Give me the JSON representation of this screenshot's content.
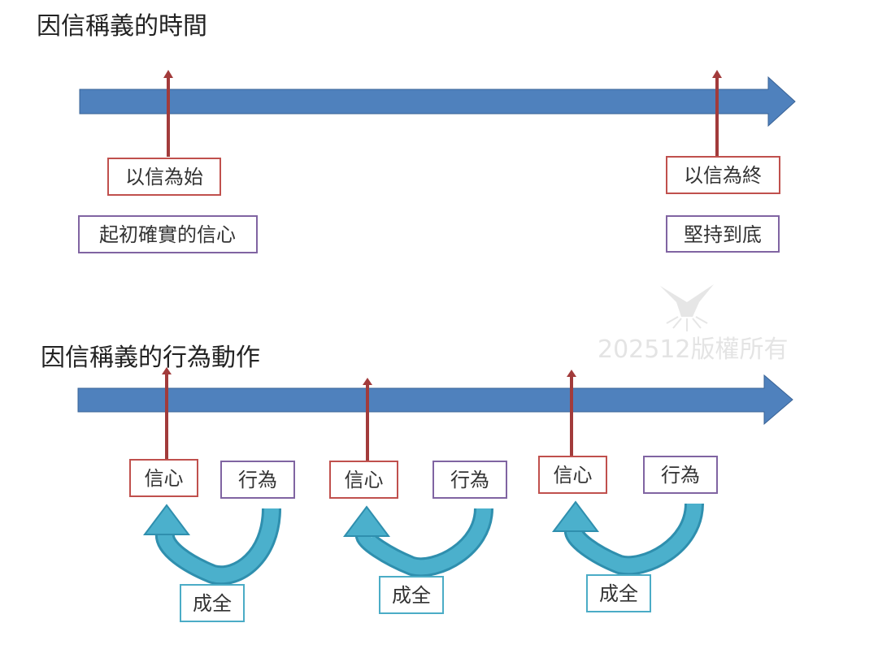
{
  "sections": [
    {
      "title": "因信稱義的時間",
      "start_label": "以信為始",
      "start_desc": "起初確實的信心",
      "end_label": "以信為終",
      "end_desc": "堅持到底"
    },
    {
      "title": "因信稱義的行為動作",
      "cycles": [
        {
          "faith": "信心",
          "action": "行為",
          "complete": "成全"
        },
        {
          "faith": "信心",
          "action": "行為",
          "complete": "成全"
        },
        {
          "faith": "信心",
          "action": "行為",
          "complete": "成全"
        }
      ]
    }
  ],
  "watermark": "202512版權所有",
  "colors": {
    "timeline": "#4f81bd",
    "marker": "#a23b3b",
    "faith_box": "#c0504d",
    "action_box": "#8064a2",
    "complete_box": "#4bacc6",
    "curve": "#3a9fbd"
  }
}
